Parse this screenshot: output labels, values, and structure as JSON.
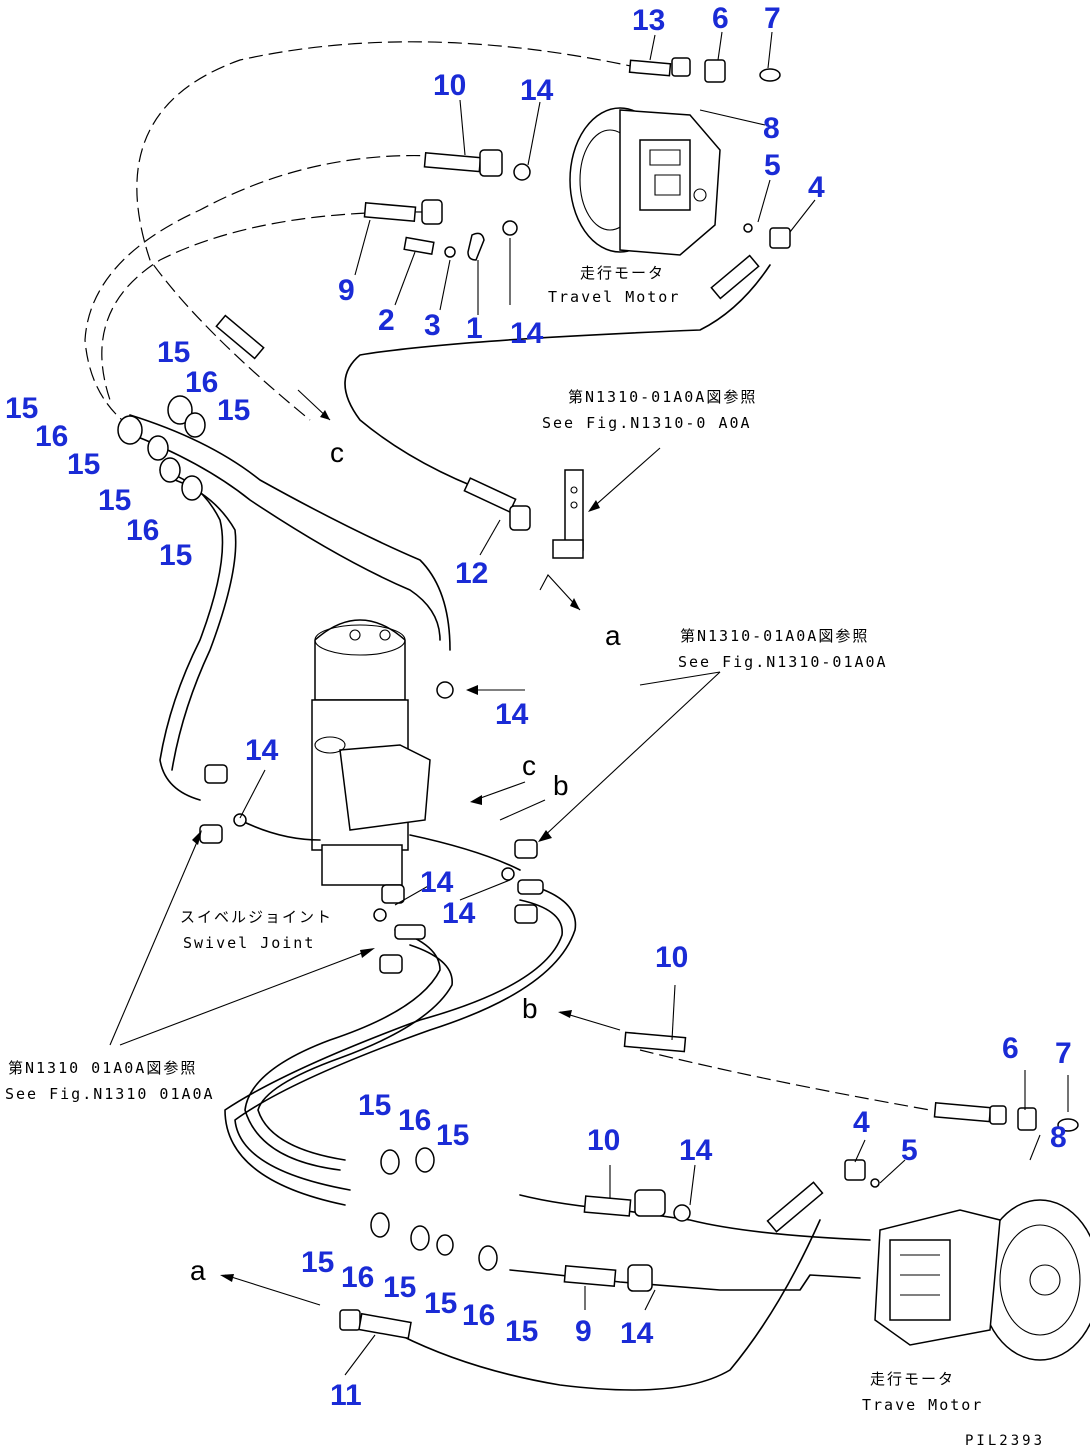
{
  "callouts": [
    "1",
    "2",
    "3",
    "4",
    "5",
    "6",
    "7",
    "8",
    "9",
    "10",
    "11",
    "12",
    "13",
    "14",
    "15",
    "16"
  ],
  "letters": {
    "a": "a",
    "b": "b",
    "c": "c"
  },
  "notes": {
    "travel_motor_jp": "走行モータ",
    "travel_motor_en_top": "Travel Motor",
    "travel_motor_en_bottom": "Trave  Motor",
    "travel_motor_jp_bottom": "走行モータ",
    "see_fig_jp_1": "第N1310-01A0A図参照",
    "see_fig_en_1": "See Fig.N1310-0 A0A",
    "see_fig_jp_2": "第N1310-01A0A図参照",
    "see_fig_en_2": "See Fig.N1310-01A0A",
    "see_fig_jp_3": "第N1310 01A0A図参照",
    "see_fig_en_3": "See Fig.N1310 01A0A",
    "swivel_jp": "スイベルジョイント",
    "swivel_en": "Swivel Joint"
  },
  "drawing_code": "PIL2393"
}
